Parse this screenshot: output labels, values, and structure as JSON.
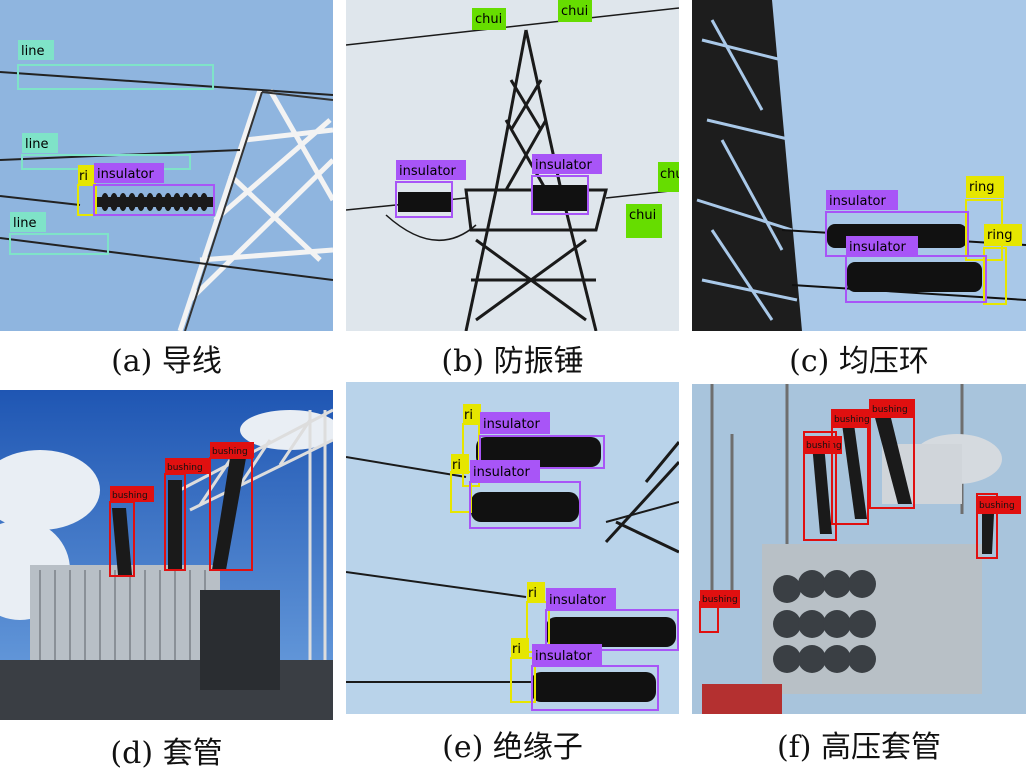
{
  "panels": [
    {
      "caption": "(a) 导线",
      "labels": [
        "line",
        "line",
        "line",
        "ri",
        "insulator"
      ]
    },
    {
      "caption": "(b) 防振锤",
      "labels": [
        "chui",
        "chui",
        "insulator",
        "insulator",
        "chui",
        "chui"
      ]
    },
    {
      "caption": "(c) 均压环",
      "labels": [
        "ring",
        "ring",
        "insulator",
        "insulator"
      ]
    },
    {
      "caption": "(d) 套管",
      "labels": [
        "bushing",
        "bushing",
        "bushing"
      ]
    },
    {
      "caption": "(e) 绝缘子",
      "labels": [
        "ri",
        "insulator",
        "ri",
        "insulator",
        "ri",
        "insulator",
        "ri",
        "insulator"
      ]
    },
    {
      "caption": "(f) 高压套管",
      "labels": [
        "bushing",
        "bushing",
        "bushing",
        "bushing",
        "bushing"
      ]
    }
  ],
  "colors": {
    "line": "#7fe3c8",
    "insulator": "#a855f7",
    "ring": "#e6e600",
    "chui": "#66dd00",
    "bushing": "#e01010",
    "sky_a": "#8fb5df",
    "sky_b": "#dfe6ec",
    "sky_c": "#a9c8e8",
    "sky_d": "#2f6fc9",
    "sky_e": "#b9d3ea",
    "sky_f": "#a8c4dc"
  }
}
